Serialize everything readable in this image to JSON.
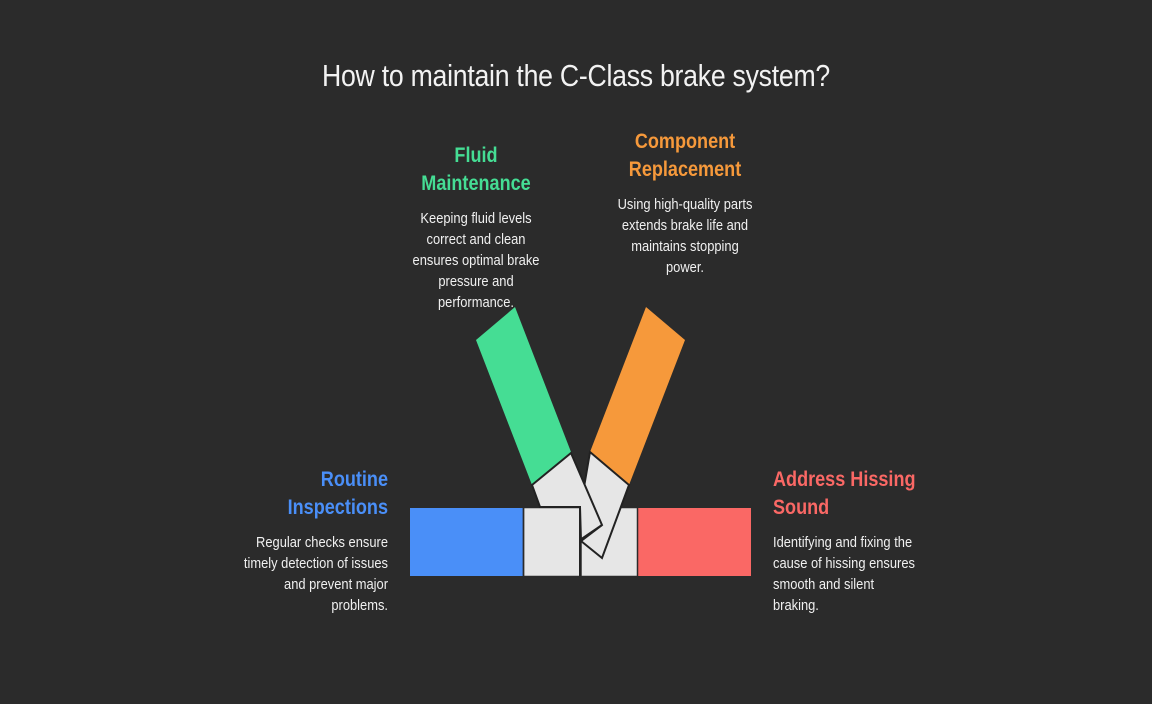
{
  "title": "How to maintain the C-Class brake system?",
  "colors": {
    "background": "#2b2b2b",
    "fluid": "#45dd94",
    "component": "#f6993b",
    "routine": "#4a8ff8",
    "hissing": "#fa6865",
    "connector": "#e6e6e6"
  },
  "items": [
    {
      "key": "fluid",
      "heading": "Fluid Maintenance",
      "description": "Keeping fluid levels correct and clean ensures optimal brake pressure and performance."
    },
    {
      "key": "component",
      "heading": "Component Replacement",
      "description": "Using high-quality parts extends brake life and maintains stopping power."
    },
    {
      "key": "routine",
      "heading": "Routine Inspections",
      "description": "Regular checks ensure timely detection of issues and prevent major problems."
    },
    {
      "key": "hissing",
      "heading": "Address Hissing Sound",
      "description": "Identifying and fixing the cause of hissing ensures smooth and silent braking."
    }
  ]
}
